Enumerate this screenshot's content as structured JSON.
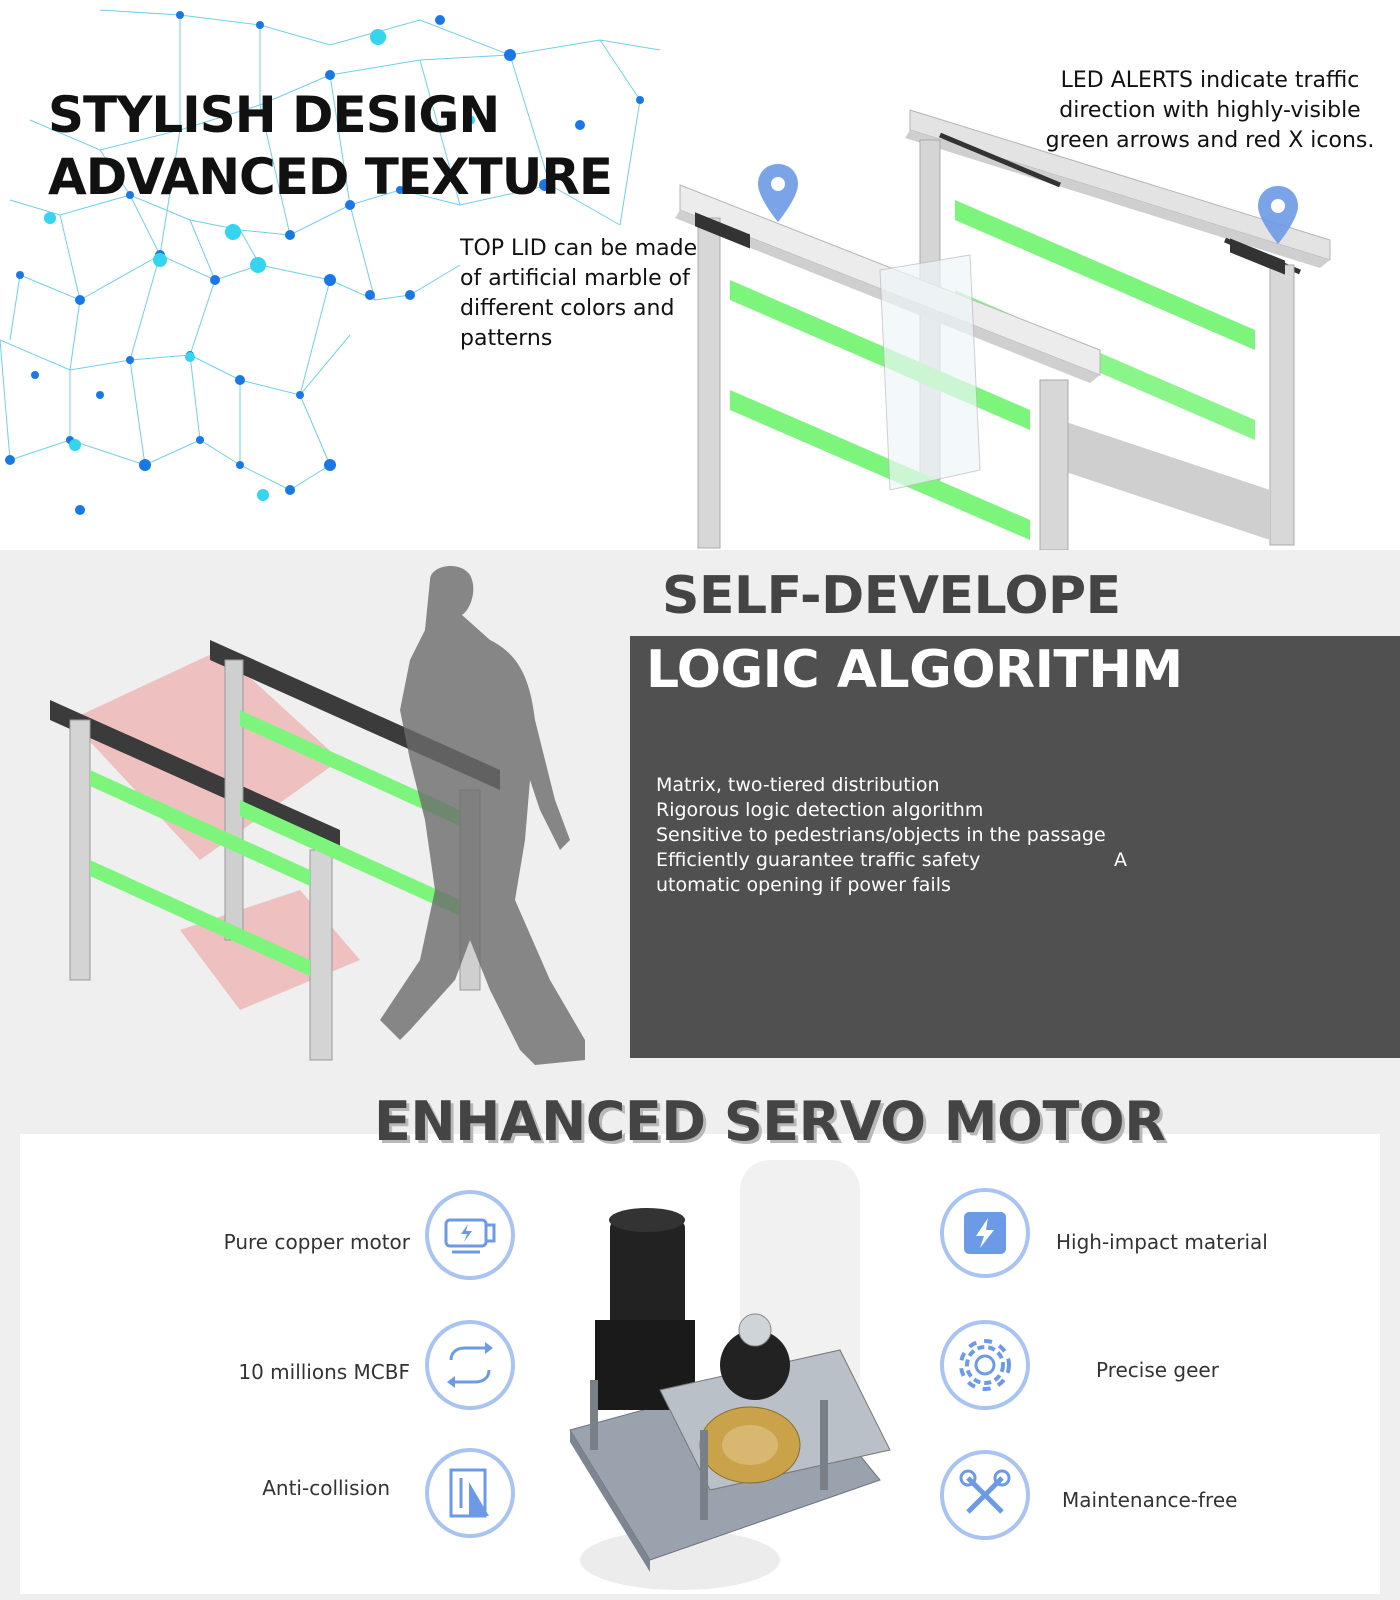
{
  "design": {
    "title_line1": "STYLISH DESIGN",
    "title_line2": "ADVANCED TEXTURE",
    "top_lid_note": [
      "TOP LID can be made",
      "of artificial marble of",
      "different colors and",
      "patterns"
    ],
    "led_note": [
      "LED ALERTS indicate  traffic",
      "direction with highly-visible",
      "green arrows and red X icons."
    ]
  },
  "algorithm": {
    "title_line1": "SELF-DEVELOPE",
    "title_line2": "LOGIC ALGORITHM",
    "features": [
      "Matrix, two-tiered distribution",
      "Rigorous logic detection algorithm",
      "Sensitive to pedestrians/objects in the passage",
      "Efficiently guarantee traffic safety",
      "utomatic opening if power fails"
    ],
    "stray_letter": "A"
  },
  "motor": {
    "title": "ENHANCED SERVO MOTOR",
    "features_left": [
      "Pure copper motor",
      "10 millions MCBF",
      "Anti-collision"
    ],
    "features_right": [
      "High-impact material",
      "Precise geer",
      "Maintenance-free"
    ]
  },
  "colors": {
    "accent_blue": "#6d9ae6",
    "ring_blue": "#a9c4f2",
    "panel_dark": "#505050",
    "led_green": "#7df57d",
    "sensor_red": "#f26b6b"
  },
  "icons": [
    "location-pin-icon",
    "copper-motor-icon",
    "cycle-arrows-icon",
    "anti-collision-icon",
    "battery-bolt-icon",
    "gear-icon",
    "tools-icon"
  ]
}
